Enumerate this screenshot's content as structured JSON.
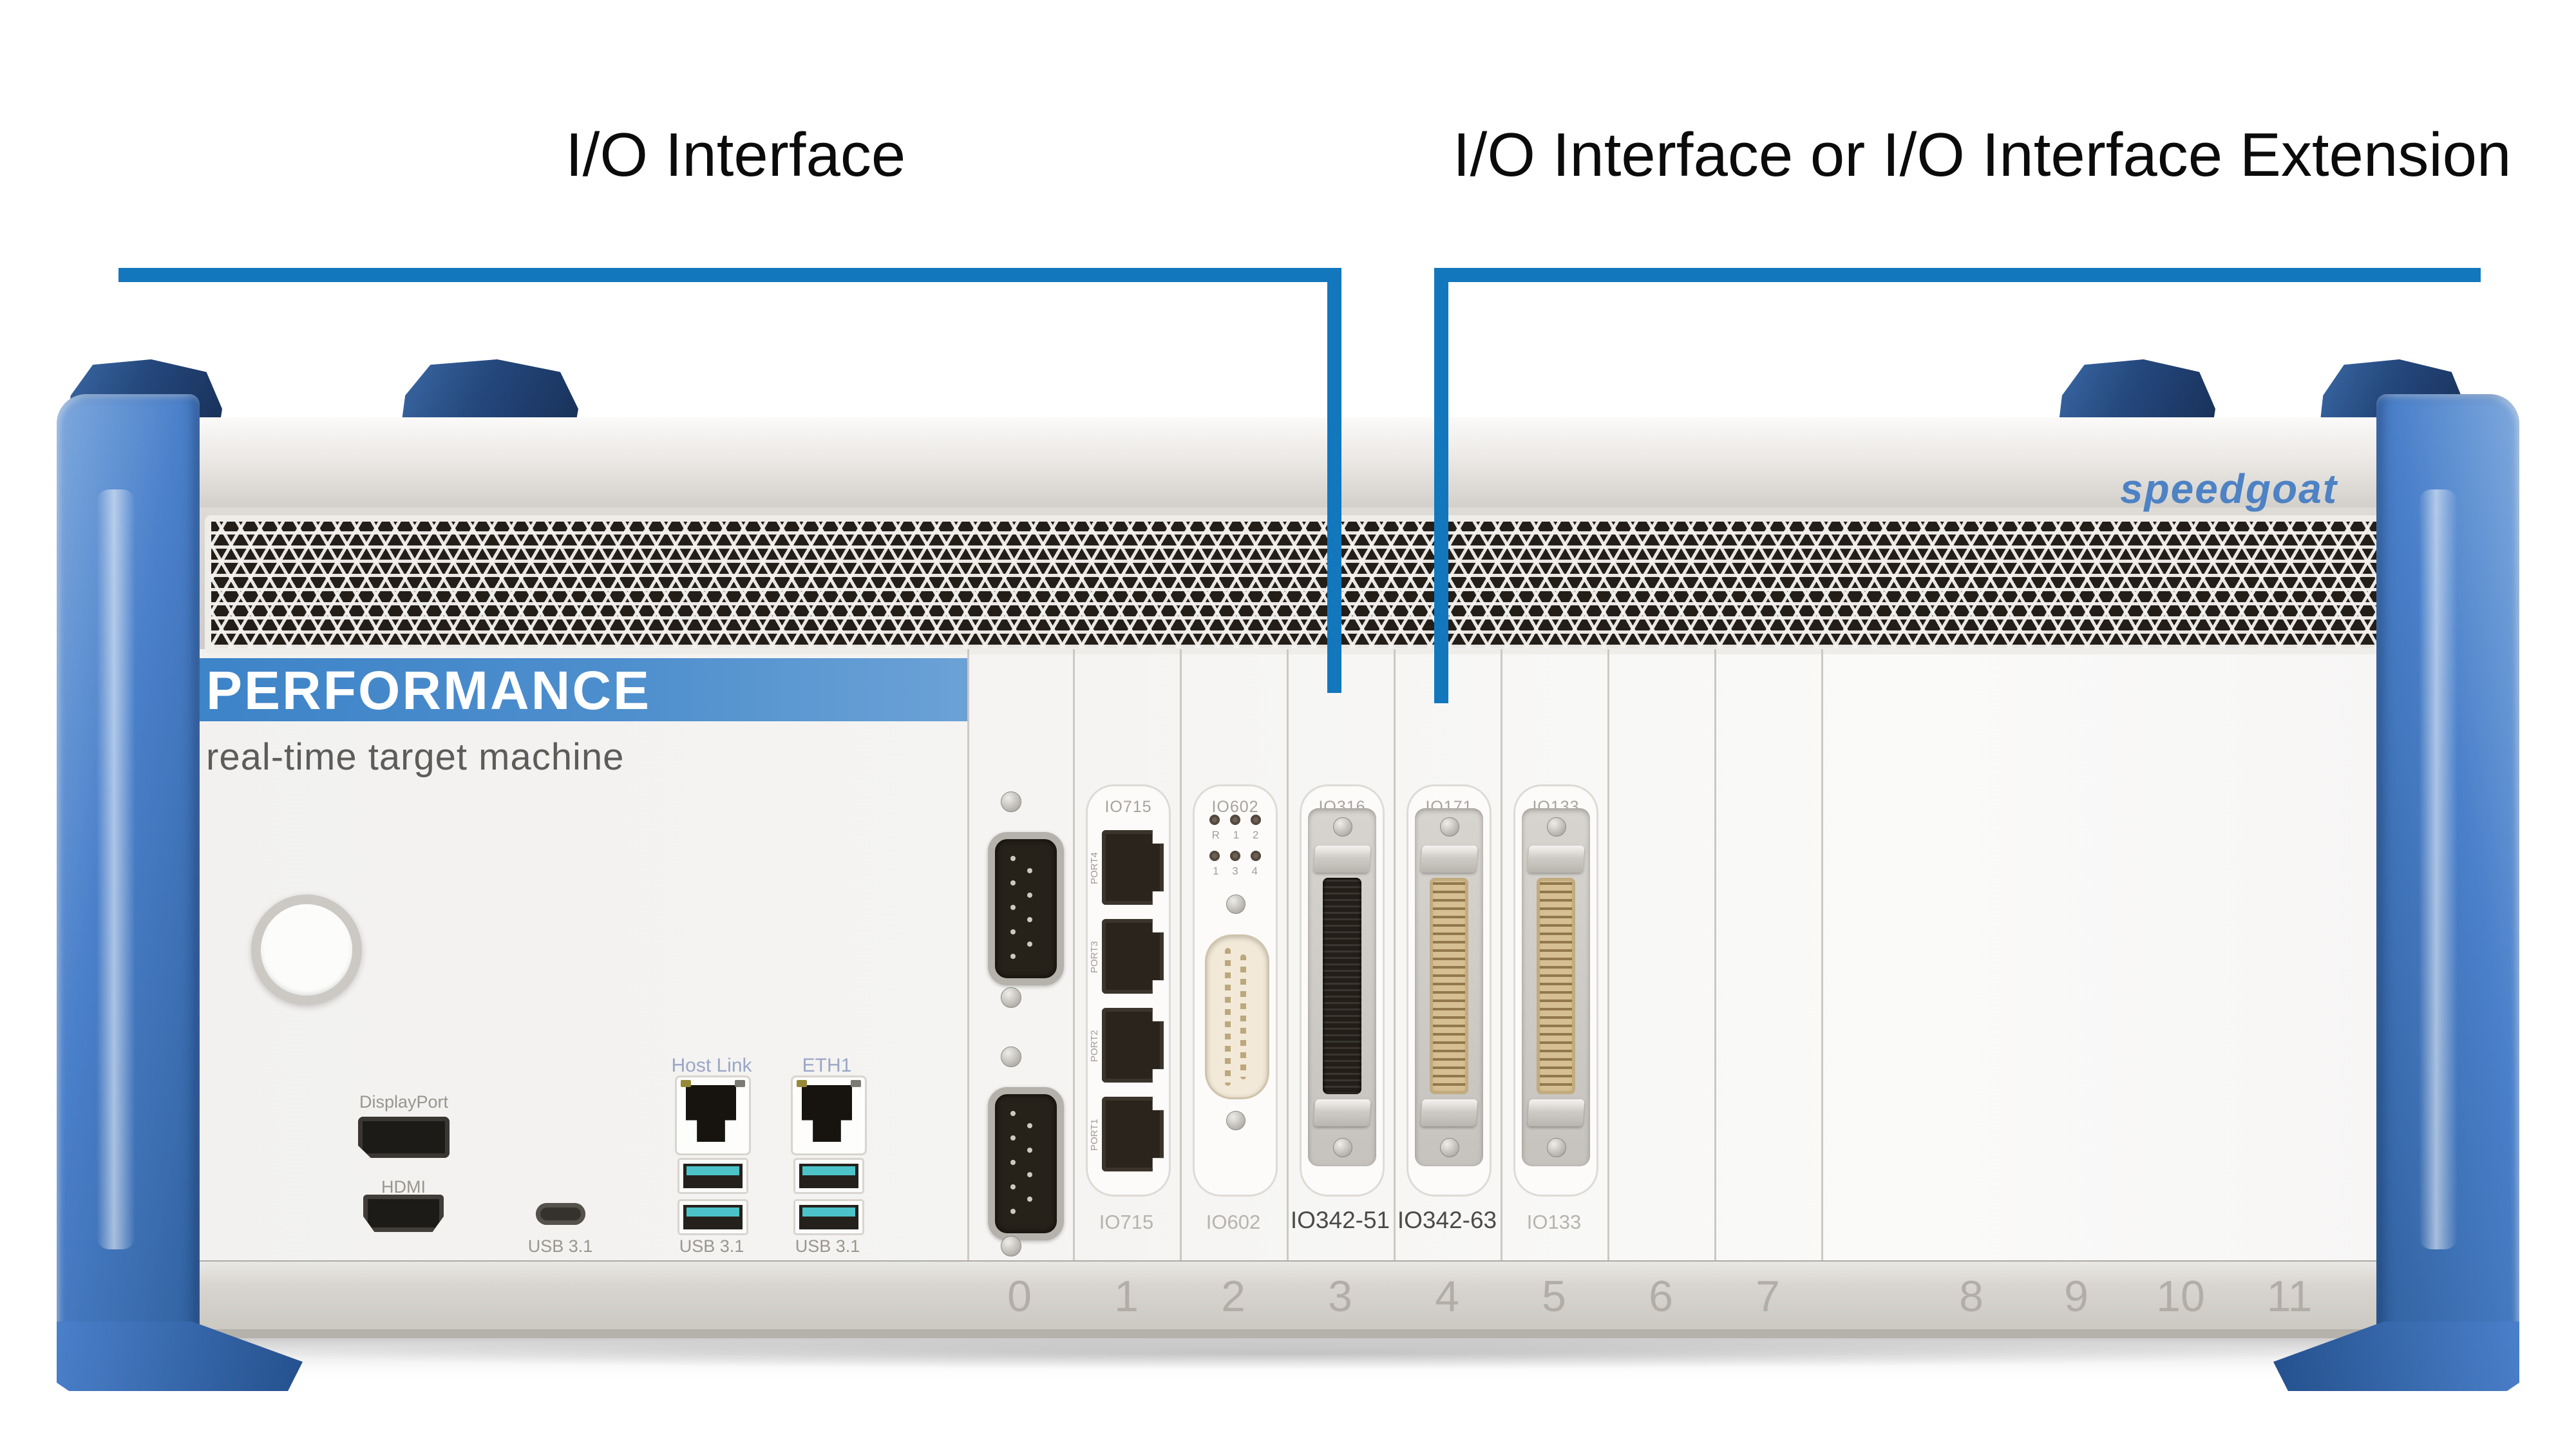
{
  "colors": {
    "accent_blue": "#1377bd",
    "banner_blue": "#4186c9",
    "logo_blue": "#4d82c4",
    "usb_teal": "#4cc3c9",
    "bumper_blue": "#4a80ca",
    "bumper_dark": "#1c3c69"
  },
  "annotations": {
    "label_left": "I/O Interface",
    "label_right": "I/O Interface or I/O Interface Extension"
  },
  "machine": {
    "logo": "speedgoat",
    "banner_title": "PERFORMANCE",
    "banner_subtitle": "real-time target machine",
    "ports": {
      "displayport_label": "DisplayPort",
      "hdmi_label": "HDMI",
      "usbc_label": "USB 3.1",
      "host_link_label": "Host Link",
      "eth1_label": "ETH1",
      "usb_left_label": "USB 3.1",
      "usb_right_label": "USB 3.1"
    },
    "cards": [
      {
        "top_label": "IO715",
        "bottom_label": "IO715",
        "port_labels": [
          "PORT4",
          "PORT3",
          "PORT2",
          "PORT1"
        ]
      },
      {
        "top_label": "IO602",
        "bottom_label": "IO602",
        "led_row1": "R 1 2",
        "led_row2": "1 3 4"
      },
      {
        "top_label": "IO316",
        "bottom_label": "IO342-51"
      },
      {
        "top_label": "IO171",
        "bottom_label": "IO342-63"
      },
      {
        "top_label": "IO133",
        "bottom_label": "IO133"
      }
    ],
    "slot_numbers": [
      "0",
      "1",
      "2",
      "3",
      "4",
      "5",
      "6",
      "7",
      "8",
      "9",
      "10",
      "11"
    ]
  }
}
